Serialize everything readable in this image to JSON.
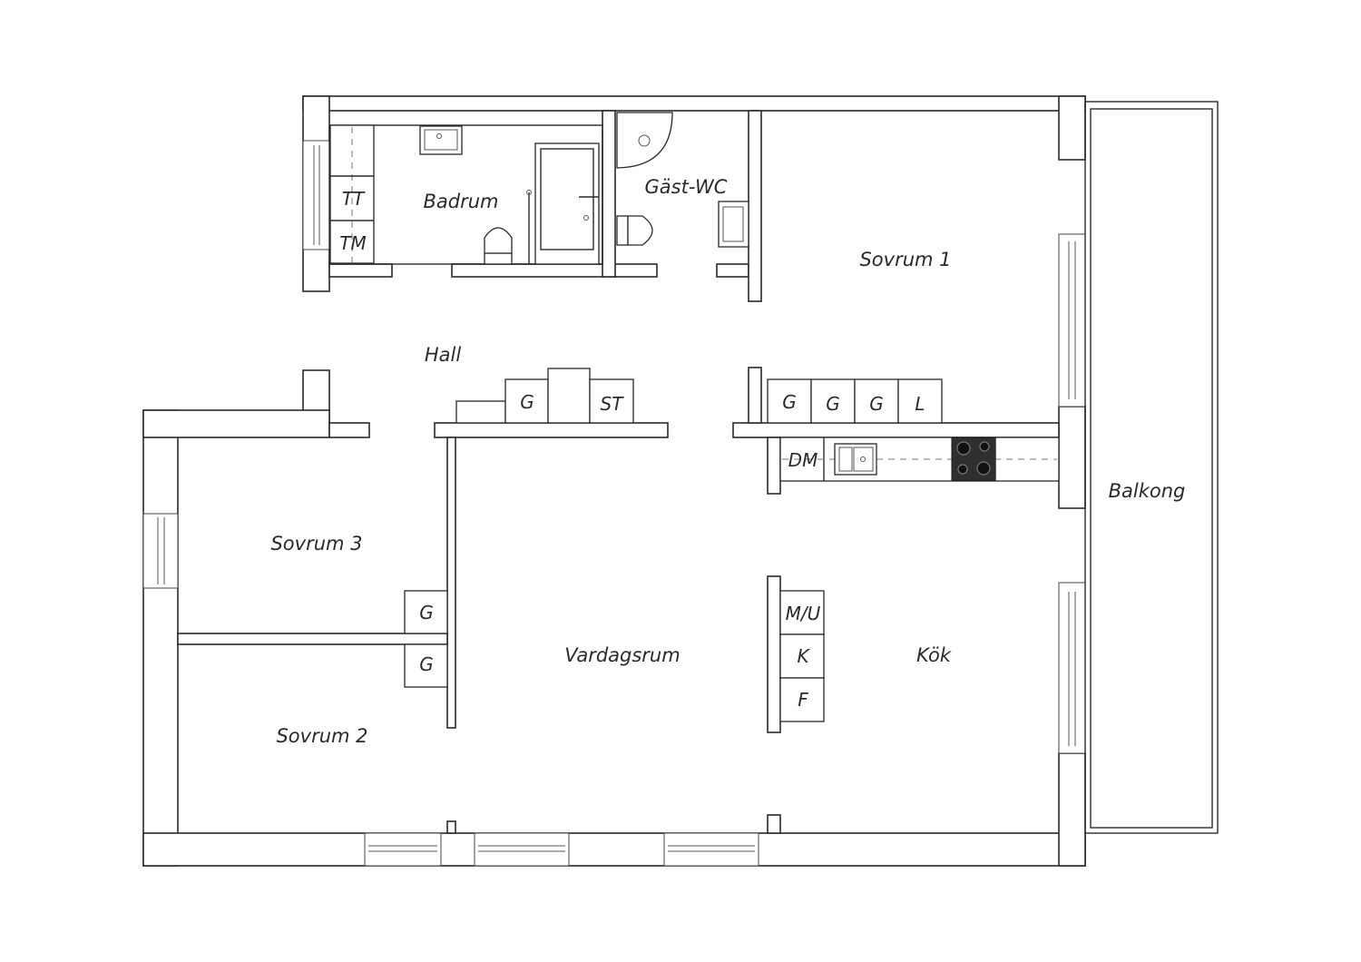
{
  "rooms": {
    "badrum": "Badrum",
    "gast_wc": "Gäst-WC",
    "sovrum1": "Sovrum 1",
    "sovrum2": "Sovrum 2",
    "sovrum3": "Sovrum 3",
    "hall": "Hall",
    "vardagsrum": "Vardagsrum",
    "kok": "Kök",
    "balkong": "Balkong"
  },
  "fixtures": {
    "tt": "TT",
    "tm": "TM",
    "hall_g": "G",
    "hall_st": "ST",
    "sovrum1_g1": "G",
    "sovrum1_g2": "G",
    "sovrum1_g3": "G",
    "sovrum1_l": "L",
    "dm": "DM",
    "mu": "M/U",
    "k": "K",
    "f": "F",
    "sovrum3_g": "G",
    "sovrum2_g": "G"
  }
}
